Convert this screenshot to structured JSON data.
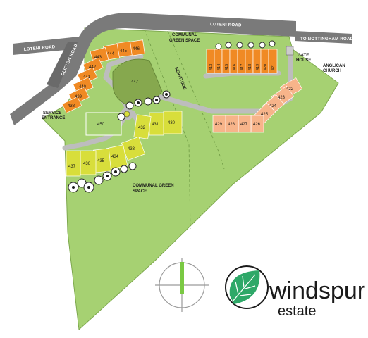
{
  "roads": {
    "loteni_left": "LOTENI ROAD",
    "loteni_right": "LOTENI ROAD",
    "nottingham": "TO NOTTINGHAM ROAD",
    "clifton": "CLIFTON ROAD"
  },
  "labels": {
    "communal_top_1": "COMMUNAL",
    "communal_top_2": "GREEN SPACE",
    "servitude": "SERVITUDE",
    "gate_1": "GATE",
    "gate_2": "HOUSE",
    "church_1": "ANGLICAN",
    "church_2": "CHURCH",
    "service_1": "SERVICE",
    "service_2": "ENTRANCE",
    "communal_bottom_1": "COMMUNAL GREEN",
    "communal_bottom_2": "SPACE"
  },
  "brand": {
    "main": "windspur",
    "sub": "estate"
  },
  "colors": {
    "field": "#a6d172",
    "road": "#7a7a7a",
    "path": "#bdbdbd",
    "orange": "#f08a24",
    "yellow": "#d8de3b",
    "peach": "#f7b48a",
    "central": "#86a84e",
    "leaf": "#2ea868"
  },
  "plots": {
    "p447": "447",
    "p446": "446",
    "p445": "445",
    "p444": "444",
    "p443": "443",
    "p442": "442",
    "p441": "441",
    "p440": "440",
    "p439": "439",
    "p438": "438",
    "p413": "413",
    "p414": "414",
    "p415": "415",
    "p416": "416",
    "p417": "417",
    "p418": "418",
    "p419": "419",
    "p420": "420",
    "p421": "421",
    "p422": "422",
    "p423": "423",
    "p424": "424",
    "p425": "425",
    "p426": "426",
    "p427": "427",
    "p428": "428",
    "p429": "429",
    "p430": "430",
    "p431": "431",
    "p432": "432",
    "p433": "433",
    "p434": "434",
    "p435": "435",
    "p436": "436",
    "p437": "437",
    "p450": "450"
  }
}
